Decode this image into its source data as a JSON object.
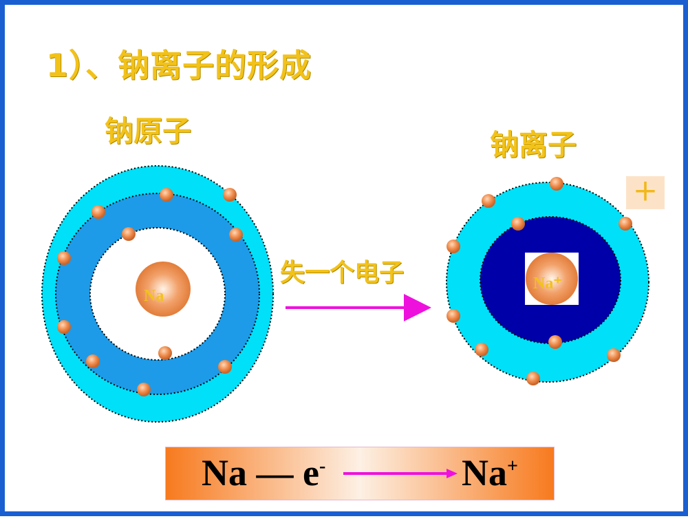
{
  "title": "1）、钠离子的形成",
  "atom_label": "钠原子",
  "ion_label": "钠离子",
  "process_label": "失一个电子",
  "plus_sign": "＋",
  "atom_nucleus_label": "Na",
  "ion_nucleus_label": "Na⁺",
  "equation": {
    "left_main": "Na — e",
    "left_sup": "-",
    "right_main": "Na",
    "right_sup": "+"
  },
  "colors": {
    "border": "#1a5fd1",
    "title_text": "#f2c21a",
    "shell_cyan": "#00e0f8",
    "shell_blue": "#1d9be8",
    "ion_core": "#0000a8",
    "arrow": "#ee11dd",
    "electron": "#e8783a"
  }
}
